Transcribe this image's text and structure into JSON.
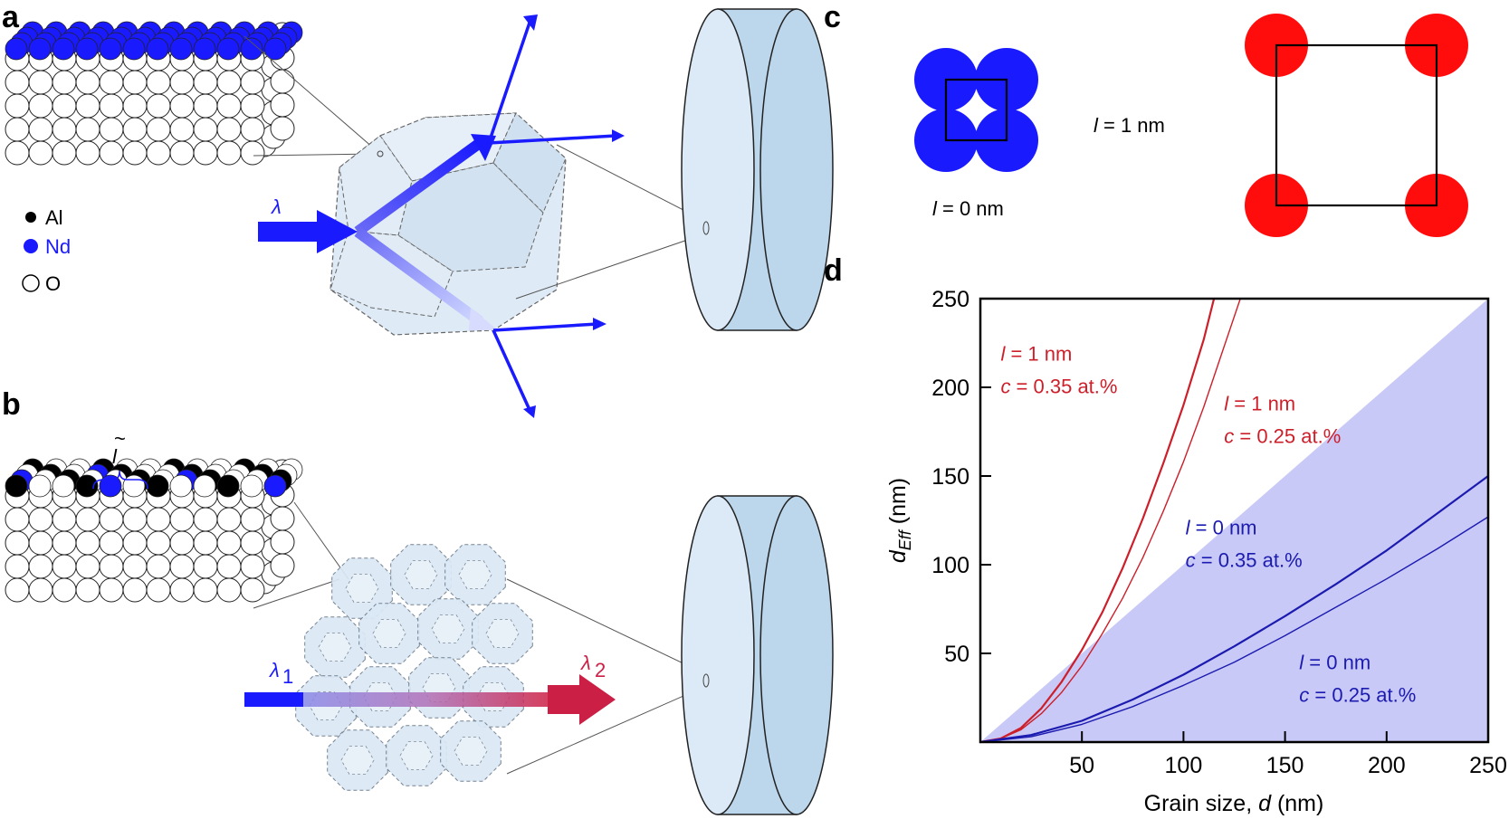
{
  "panels": {
    "a": "a",
    "b": "b",
    "c": "c",
    "d": "d"
  },
  "legend_a": [
    {
      "sym": "Al",
      "color": "#000000"
    },
    {
      "sym": "Nd",
      "color": "#1a1aff"
    },
    {
      "sym": "O",
      "color": "#ffffff"
    }
  ],
  "labels": {
    "lambda": "λ",
    "lambda1": "λ",
    "lambda1_sub": "1",
    "lambda2": "λ",
    "lambda2_sub": "2",
    "l_tilde_l": "l",
    "l_tilde_mark": "~"
  },
  "panel_c": {
    "left_l": "l",
    "left_rest": " = 0 nm",
    "mid_l": "l",
    "mid_rest": " = 1 nm"
  },
  "colors": {
    "blue": "#1a1aff",
    "red": "#ff0d0d",
    "curve_red": "#cc1f2a",
    "curve_blue": "#1b1bb0",
    "shade": "#c9c9f7",
    "crystal": "#dbe8f5",
    "disk_face": "#dce9f6",
    "disk_side": "#bcd6ec"
  },
  "chart_data": {
    "type": "line",
    "xlabel_pre": "Grain size, ",
    "xlabel_var": "d",
    "xlabel_post": " (nm)",
    "ylabel_var": "d",
    "ylabel_sub": "Eff",
    "ylabel_post": " (nm)",
    "xlim": [
      0,
      250
    ],
    "ylim": [
      0,
      250
    ],
    "xticks": [
      50,
      100,
      150,
      200,
      250
    ],
    "yticks": [
      50,
      100,
      150,
      200,
      250
    ],
    "shaded_region": {
      "x": [
        0,
        250
      ],
      "y": [
        0,
        250
      ]
    },
    "series": [
      {
        "color": "#cc1f2a",
        "width": 2.2,
        "x": [
          0,
          10,
          20,
          30,
          40,
          50,
          60,
          70,
          80,
          90,
          100,
          110,
          115
        ],
        "y": [
          0,
          2,
          8,
          19,
          34,
          52,
          73,
          98,
          126,
          157,
          190,
          227,
          250
        ]
      },
      {
        "color": "#cc1f2a",
        "width": 1.4,
        "x": [
          0,
          10,
          20,
          30,
          40,
          50,
          60,
          70,
          80,
          90,
          100,
          110,
          120,
          128
        ],
        "y": [
          0,
          2,
          7,
          16,
          28,
          43,
          61,
          81,
          104,
          130,
          158,
          189,
          223,
          250
        ]
      },
      {
        "color": "#1b1bb0",
        "width": 2.2,
        "x": [
          0,
          25,
          50,
          75,
          100,
          125,
          150,
          175,
          200,
          225,
          250
        ],
        "y": [
          0,
          4,
          12,
          24,
          38,
          54,
          71,
          89,
          108,
          129,
          150
        ]
      },
      {
        "color": "#1b1bb0",
        "width": 1.4,
        "x": [
          0,
          25,
          50,
          75,
          100,
          125,
          150,
          175,
          200,
          225,
          250
        ],
        "y": [
          0,
          3,
          10,
          20,
          32,
          45,
          60,
          76,
          92,
          109,
          127
        ]
      }
    ],
    "annotations": [
      {
        "x": 10,
        "y": 215,
        "color": "#cc1f2a",
        "l": "l",
        "lrest": " = 1 nm",
        "c": "c",
        "crest": " = 0.35 at.%"
      },
      {
        "x": 120,
        "y": 187,
        "color": "#cc1f2a",
        "l": "l",
        "lrest": " = 1 nm",
        "c": "c",
        "crest": " = 0.25 at.%"
      },
      {
        "x": 101,
        "y": 117,
        "color": "#1b1bb0",
        "l": "l",
        "lrest": " = 0 nm",
        "c": "c",
        "crest": " = 0.35 at.%"
      },
      {
        "x": 157,
        "y": 41,
        "color": "#1b1bb0",
        "l": "l",
        "lrest": " = 0 nm",
        "c": "c",
        "crest": " = 0.25 at.%"
      }
    ]
  }
}
